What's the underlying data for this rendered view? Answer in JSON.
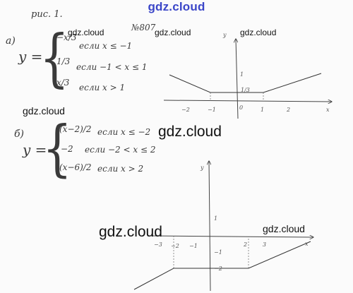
{
  "header": {
    "site": "gdz.cloud"
  },
  "watermarks": [
    "gdz.cloud",
    "gdz.cloud",
    "gdz.cloud",
    "gdz.cloud",
    "gdz.cloud",
    "gdz.cloud",
    "gdz.cloud"
  ],
  "top_note": "рис. 1.",
  "problem_number": "№807",
  "part_a": {
    "label": "а)",
    "func": "y =",
    "cases": [
      {
        "expr": "−x/3",
        "cond": "если x ≤ −1"
      },
      {
        "expr": "1/3",
        "cond": "если −1 < x ≤ 1"
      },
      {
        "expr": "x/3",
        "cond": "если x > 1"
      }
    ]
  },
  "part_b": {
    "label": "б)",
    "func": "y =",
    "cases": [
      {
        "expr": "(x−2)/2",
        "cond": "если x ≤ −2"
      },
      {
        "expr": "−2",
        "cond": "если −2 < x ≤ 2"
      },
      {
        "expr": "(x−6)/2",
        "cond": "если x > 2"
      }
    ]
  },
  "graph_a": {
    "axis_x": "x",
    "axis_y": "y",
    "x_ticks": [
      "−2",
      "−1",
      "0",
      "1",
      "2"
    ],
    "y_ticks": [
      "1",
      "1/3"
    ]
  },
  "graph_b": {
    "axis_x": "x",
    "axis_y": "y",
    "x_ticks": [
      "−3",
      "−2",
      "−1",
      "2",
      "3"
    ],
    "y_ticks": [
      "1",
      "−1",
      "−2"
    ]
  }
}
